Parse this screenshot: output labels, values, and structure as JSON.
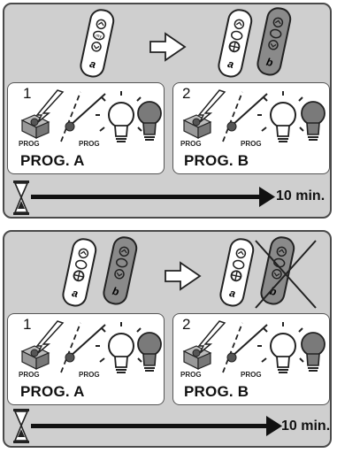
{
  "panels": [
    {
      "remotes_before": [
        {
          "letter": "a",
          "shaded": false
        }
      ],
      "remotes_after": [
        {
          "letter": "a",
          "shaded": false
        },
        {
          "letter": "b",
          "shaded": true
        }
      ],
      "cards": [
        {
          "step": "1",
          "label": "PROG. A",
          "prog_text": "PROG",
          "prog_text_2": "PROG"
        },
        {
          "step": "2",
          "label": "PROG. B",
          "prog_text": "PROG",
          "prog_text_2": "PROG"
        }
      ],
      "timer": {
        "label": "10 min."
      }
    },
    {
      "remotes_before": [
        {
          "letter": "a",
          "shaded": false
        },
        {
          "letter": "b",
          "shaded": true
        }
      ],
      "remotes_after": [
        {
          "letter": "a",
          "shaded": false
        },
        {
          "letter": "b",
          "shaded": true,
          "crossed_out": true
        }
      ],
      "cards": [
        {
          "step": "1",
          "label": "PROG. A",
          "prog_text": "PROG",
          "prog_text_2": "PROG"
        },
        {
          "step": "2",
          "label": "PROG. B",
          "prog_text": "PROG",
          "prog_text_2": "PROG"
        }
      ],
      "timer": {
        "label": "10 min."
      }
    }
  ],
  "remote_button_label": "my",
  "colors": {
    "panel_bg": "#cfcfcf",
    "card_bg": "#ffffff",
    "remote_shaded": "#8a8a8a",
    "bulb_on": "#ffffff",
    "bulb_off": "#7a7a7a",
    "stroke": "#222222"
  }
}
